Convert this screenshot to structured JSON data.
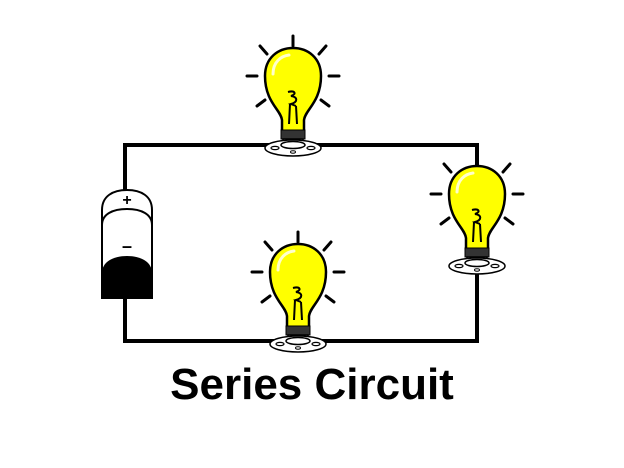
{
  "diagram": {
    "title": "Series Circuit",
    "colors": {
      "wire": "#000000",
      "bulb_glass": "#ffff00",
      "bulb_outline": "#000000",
      "background": "#ffffff"
    },
    "battery": {
      "positive_label": "+",
      "negative_label": "–"
    },
    "components": [
      {
        "type": "battery",
        "position": "left"
      },
      {
        "type": "bulb",
        "position": "top"
      },
      {
        "type": "bulb",
        "position": "right"
      },
      {
        "type": "bulb",
        "position": "bottom"
      }
    ]
  }
}
